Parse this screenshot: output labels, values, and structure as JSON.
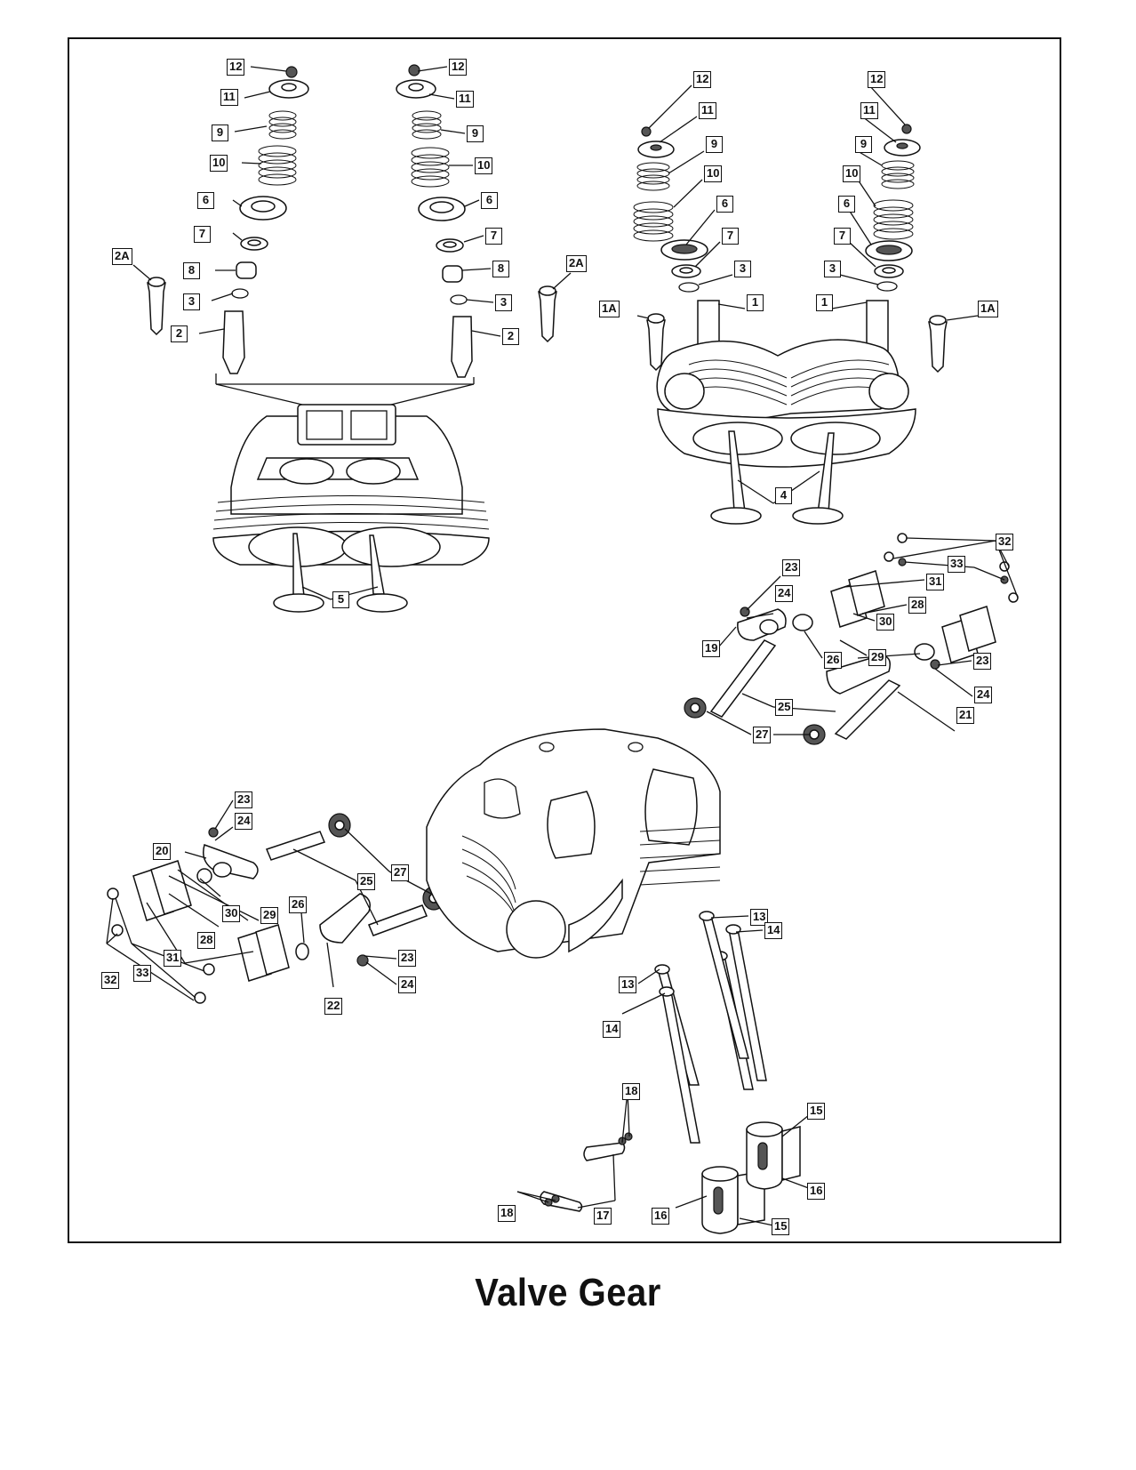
{
  "diagram": {
    "caption": "Valve Gear",
    "callouts": [
      {
        "id": "c1",
        "text": "12"
      },
      {
        "id": "c2",
        "text": "11"
      },
      {
        "id": "c3",
        "text": "9"
      },
      {
        "id": "c4",
        "text": "10"
      },
      {
        "id": "c5",
        "text": "6"
      },
      {
        "id": "c6",
        "text": "7"
      },
      {
        "id": "c7",
        "text": "8"
      },
      {
        "id": "c8",
        "text": "3"
      },
      {
        "id": "c9",
        "text": "2"
      },
      {
        "id": "c10",
        "text": "2A"
      },
      {
        "id": "c11",
        "text": "12"
      },
      {
        "id": "c12",
        "text": "11"
      },
      {
        "id": "c13",
        "text": "9"
      },
      {
        "id": "c14",
        "text": "10"
      },
      {
        "id": "c15",
        "text": "6"
      },
      {
        "id": "c16",
        "text": "7"
      },
      {
        "id": "c17",
        "text": "8"
      },
      {
        "id": "c18",
        "text": "3"
      },
      {
        "id": "c19",
        "text": "2"
      },
      {
        "id": "c20",
        "text": "2A"
      },
      {
        "id": "c21",
        "text": "5"
      },
      {
        "id": "c22",
        "text": "12"
      },
      {
        "id": "c23",
        "text": "11"
      },
      {
        "id": "c24",
        "text": "9"
      },
      {
        "id": "c25",
        "text": "10"
      },
      {
        "id": "c26",
        "text": "6"
      },
      {
        "id": "c27",
        "text": "7"
      },
      {
        "id": "c28",
        "text": "3"
      },
      {
        "id": "c29",
        "text": "1"
      },
      {
        "id": "c30",
        "text": "1A"
      },
      {
        "id": "c31",
        "text": "12"
      },
      {
        "id": "c32",
        "text": "11"
      },
      {
        "id": "c33",
        "text": "9"
      },
      {
        "id": "c34",
        "text": "10"
      },
      {
        "id": "c35",
        "text": "6"
      },
      {
        "id": "c36",
        "text": "7"
      },
      {
        "id": "c37",
        "text": "3"
      },
      {
        "id": "c38",
        "text": "1"
      },
      {
        "id": "c39",
        "text": "1A"
      },
      {
        "id": "c40",
        "text": "4"
      },
      {
        "id": "c41",
        "text": "32"
      },
      {
        "id": "c42",
        "text": "33"
      },
      {
        "id": "c43",
        "text": "31"
      },
      {
        "id": "c44",
        "text": "28"
      },
      {
        "id": "c45",
        "text": "30"
      },
      {
        "id": "c46",
        "text": "29"
      },
      {
        "id": "c47",
        "text": "23"
      },
      {
        "id": "c48",
        "text": "24"
      },
      {
        "id": "c49",
        "text": "19"
      },
      {
        "id": "c50",
        "text": "26"
      },
      {
        "id": "c51",
        "text": "23"
      },
      {
        "id": "c52",
        "text": "24"
      },
      {
        "id": "c53",
        "text": "25"
      },
      {
        "id": "c54",
        "text": "21"
      },
      {
        "id": "c55",
        "text": "27"
      },
      {
        "id": "c56",
        "text": "23"
      },
      {
        "id": "c57",
        "text": "24"
      },
      {
        "id": "c58",
        "text": "20"
      },
      {
        "id": "c59",
        "text": "25"
      },
      {
        "id": "c60",
        "text": "27"
      },
      {
        "id": "c61",
        "text": "26"
      },
      {
        "id": "c62",
        "text": "29"
      },
      {
        "id": "c63",
        "text": "30"
      },
      {
        "id": "c64",
        "text": "28"
      },
      {
        "id": "c65",
        "text": "31"
      },
      {
        "id": "c66",
        "text": "33"
      },
      {
        "id": "c67",
        "text": "32"
      },
      {
        "id": "c68",
        "text": "23"
      },
      {
        "id": "c69",
        "text": "24"
      },
      {
        "id": "c70",
        "text": "22"
      },
      {
        "id": "c71",
        "text": "13"
      },
      {
        "id": "c72",
        "text": "14"
      },
      {
        "id": "c73",
        "text": "13"
      },
      {
        "id": "c74",
        "text": "14"
      },
      {
        "id": "c75",
        "text": "18"
      },
      {
        "id": "c76",
        "text": "15"
      },
      {
        "id": "c77",
        "text": "16"
      },
      {
        "id": "c78",
        "text": "18"
      },
      {
        "id": "c79",
        "text": "17"
      },
      {
        "id": "c80",
        "text": "16"
      },
      {
        "id": "c81",
        "text": "15"
      }
    ]
  }
}
